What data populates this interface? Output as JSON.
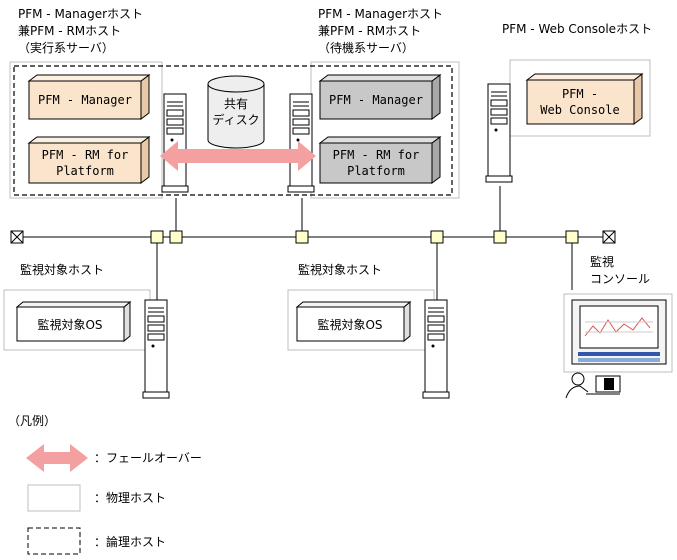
{
  "hosts": {
    "primary": {
      "line1": "PFM - Managerホスト",
      "line2": "兼PFM - RMホスト",
      "line3": "（実行系サーバ）",
      "manager": "PFM - Manager",
      "rm_line1": "PFM - RM for",
      "rm_line2": "Platform"
    },
    "standby": {
      "line1": "PFM - Managerホスト",
      "line2": "兼PFM - RMホスト",
      "line3": "（待機系サーバ）",
      "manager": "PFM - Manager",
      "rm_line1": "PFM - RM for",
      "rm_line2": "Platform"
    },
    "webconsole": {
      "title": "PFM - Web Consoleホスト",
      "box_line1": "PFM -",
      "box_line2": "Web Console"
    },
    "shared_disk": {
      "line1": "共有",
      "line2": "ディスク"
    },
    "monitored1": {
      "title": "監視対象ホスト",
      "os": "監視対象OS"
    },
    "monitored2": {
      "title": "監視対象ホスト",
      "os": "監視対象OS"
    },
    "console": {
      "line1": "監視",
      "line2": "コンソール"
    }
  },
  "legend": {
    "title": "（凡例）",
    "failover": "：フェールオーバー",
    "physical": "：物理ホスト",
    "logical": "：論理ホスト"
  },
  "colors": {
    "component_fill": "#fbe4cc",
    "standby_fill": "#c8c8c8",
    "failover_arrow": "#f4a0a0",
    "physical_border": "#bfbfbf"
  }
}
